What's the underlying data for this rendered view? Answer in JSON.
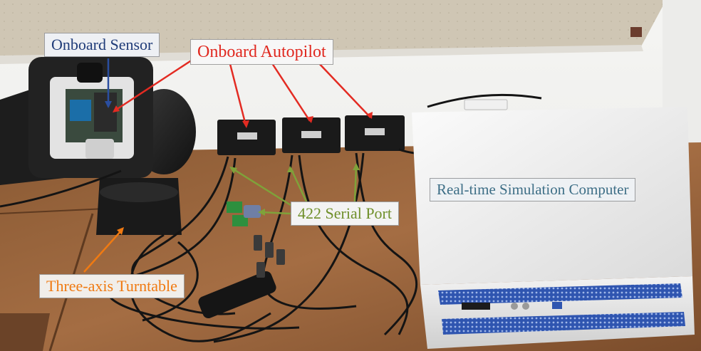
{
  "labels": {
    "onboard_sensor": "Onboard Sensor",
    "onboard_autopilot": "Onboard Autopilot",
    "serial_port": "422 Serial Port",
    "simulation_computer": "Real-time Simulation Computer",
    "turntable": "Three-axis Turntable"
  },
  "colors": {
    "sensor_label": "#1f3b78",
    "sensor_arrow": "#2a4ea0",
    "autopilot_label": "#e0281f",
    "autopilot_arrow": "#e32b22",
    "serial_label": "#6f8f2a",
    "serial_arrow": "#7fa23a",
    "simulation_label": "#3d6e86",
    "turntable_label": "#f07a12",
    "turntable_arrow": "#f07a12"
  }
}
